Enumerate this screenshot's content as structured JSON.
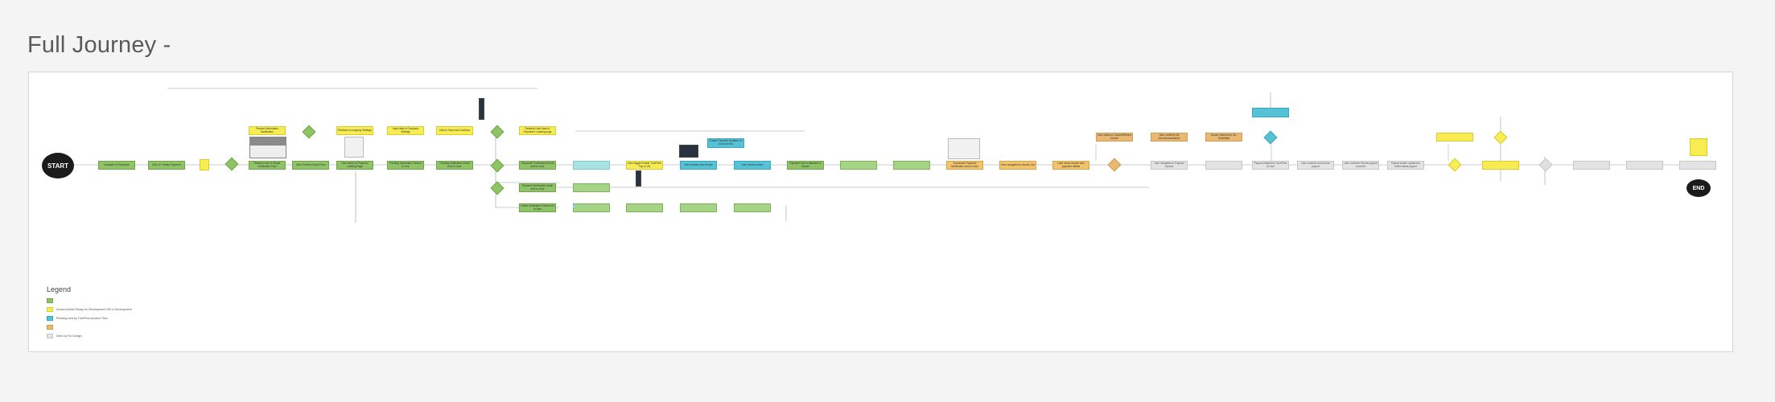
{
  "page": {
    "title": "Full Journey -"
  },
  "terminals": {
    "start": "START",
    "end": "END"
  },
  "legend": {
    "title": "Legend",
    "items": [
      {
        "color": "#8fc466",
        "text": ""
      },
      {
        "color": "#f7ec52",
        "text": "Screen/Article Ready for Development OR In Development"
      },
      {
        "color": "#55c3d5",
        "text": "Pending sent by TruePrice product Time"
      },
      {
        "color": "#e9b872",
        "text": ""
      },
      {
        "color": "#e3e3e3",
        "text": "Next Up For Design"
      }
    ]
  },
  "nodes": [
    {
      "cls": "g",
      "text": "Navigate to Payments"
    },
    {
      "cls": "g",
      "text": "Click on 'Initiate Payment'"
    },
    {
      "cls": "y",
      "text": ""
    },
    {
      "cls": "g",
      "text": "Redirect User to Single Verification Flow"
    },
    {
      "cls": "y",
      "text": "Present Information Notification"
    },
    {
      "cls": "g",
      "text": "User Finishes Depth Flow"
    },
    {
      "cls": "g",
      "text": "User lands on Payment Landing Page"
    },
    {
      "cls": "y",
      "text": "Redirect to company Settings"
    },
    {
      "cls": "g",
      "text": "Pending Information Screen is Live"
    },
    {
      "cls": "y",
      "text": "Input data in Company Settings"
    },
    {
      "cls": "g",
      "text": "Pending Verification Email sent to User"
    },
    {
      "cls": "y",
      "text": "Click to Save and Continue"
    },
    {
      "cls": "g",
      "text": "Successful Verification Email sent to User"
    },
    {
      "cls": "y",
      "text": "Redirect User back to Payment's Landing page"
    },
    {
      "cls": "g",
      "text": "Rejected Verification Email sent to User"
    },
    {
      "cls": "g",
      "text": "Failed Verification Email sent to User"
    },
    {
      "cls": "tl",
      "text": ""
    },
    {
      "cls": "y",
      "text": "User toggle Enable TruePrice Pay to ON"
    },
    {
      "cls": "t",
      "text": "Enable Payment Updated on Account Info"
    },
    {
      "cls": "t",
      "text": "User creates new invoice"
    },
    {
      "cls": "t",
      "text": "User sends invoice"
    },
    {
      "cls": "g",
      "text": "Payment Link is attached to invoice"
    },
    {
      "cls": "g2",
      "text": ""
    },
    {
      "cls": "g2",
      "text": ""
    },
    {
      "cls": "o2",
      "text": "Successful Payment Notification sent to User"
    },
    {
      "cls": "o2",
      "text": "User navigates to Invoice List"
    },
    {
      "cls": "o2",
      "text": "User views invoice with payment details"
    },
    {
      "cls": "o",
      "text": "User clicks on Cancel/Refund invoice"
    },
    {
      "cls": "o",
      "text": "User confirms full refund/cancellation"
    },
    {
      "cls": "o",
      "text": "Invoice returned to Un-Submitted"
    },
    {
      "cls": "gr",
      "text": "User navigates to Payouts module"
    },
    {
      "cls": "gr",
      "text": ""
    },
    {
      "cls": "gr",
      "text": "Payout Initiated by TruePrice to User"
    },
    {
      "cls": "gr",
      "text": "User receives funds from payout"
    },
    {
      "cls": "gr",
      "text": "User confirms if funds payout received"
    },
    {
      "cls": "gr",
      "text": "Payout screen updated to reflect latest payout"
    },
    {
      "cls": "y",
      "text": ""
    },
    {
      "cls": "y",
      "text": ""
    },
    {
      "cls": "gr",
      "text": ""
    },
    {
      "cls": "gr",
      "text": ""
    },
    {
      "cls": "gr",
      "text": ""
    },
    {
      "cls": "t",
      "text": ""
    },
    {
      "cls": "y",
      "text": ""
    },
    {
      "cls": "g2",
      "text": ""
    },
    {
      "cls": "g2",
      "text": ""
    },
    {
      "cls": "g2",
      "text": ""
    },
    {
      "cls": "g2",
      "text": ""
    },
    {
      "cls": "g2",
      "text": ""
    },
    {
      "cls": "tl",
      "text": ""
    }
  ]
}
